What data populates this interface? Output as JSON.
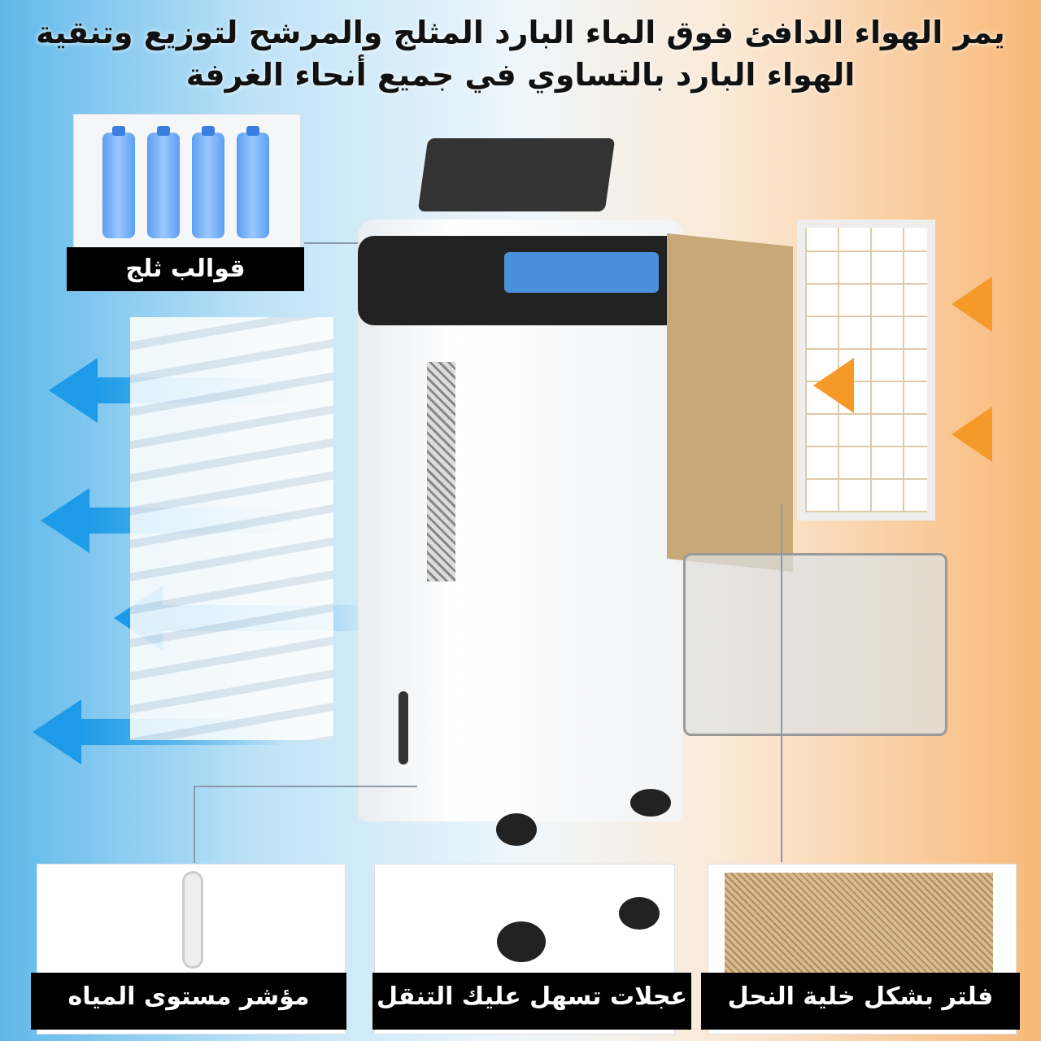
{
  "headline": "يمر الهواء الدافئ فوق الماء البارد المثلج والمرشح لتوزيع وتنقية الهواء البارد بالتساوي في جميع أنحاء الغرفة",
  "labels": {
    "ice_packs": "قوالب ثلج",
    "water_level": "مؤشر مستوى المياه",
    "wheels": "عجلات تسهل عليك التنقل",
    "honeycomb_filter": "فلتر بشكل خلية النحل"
  },
  "colors": {
    "cool": "#1e9be8",
    "warm": "#f59a28",
    "label_bg": "#000000"
  }
}
